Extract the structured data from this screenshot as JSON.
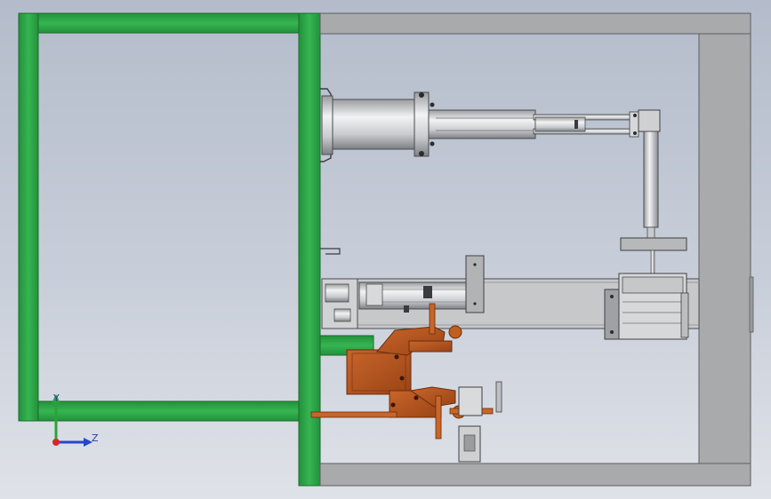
{
  "viewport": {
    "kind": "cad-assembly-front-view",
    "background": "#c3c9d5"
  },
  "colors": {
    "frame_green": "#2fa84a",
    "frame_green_dark": "#1a6b2c",
    "plate_gray": "#a9aaab",
    "plate_gray_dark": "#5c5d5f",
    "cylinder_light": "#e3e4e6",
    "cylinder_dark": "#8d8f93",
    "fixture_rust": "#b5561f",
    "fixture_rust_dark": "#6b2c0c"
  },
  "triad": {
    "y_label": "Y",
    "z_label": "Z",
    "x_color": "#d8262b",
    "y_color": "#2ca33a",
    "z_color": "#2448c8"
  }
}
